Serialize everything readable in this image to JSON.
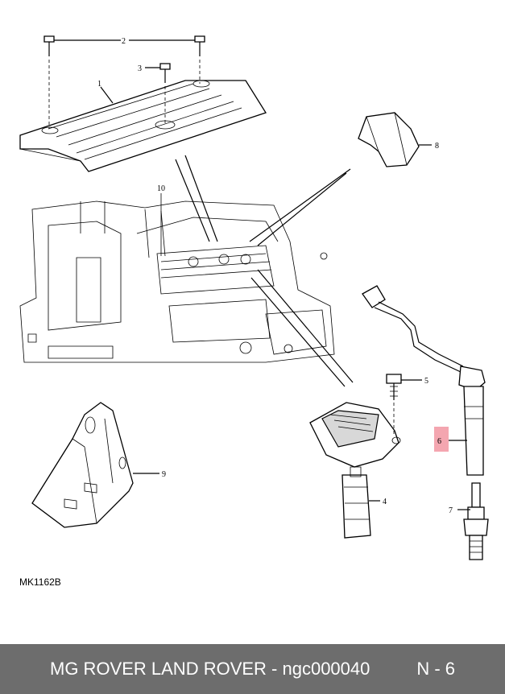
{
  "callouts": {
    "c1": "1",
    "c2": "2",
    "c3": "3",
    "c4": "4",
    "c5": "5",
    "c6": "6",
    "c7": "7",
    "c8": "8",
    "c9": "9",
    "c10": "10"
  },
  "highlight_color": "#f4a6b0",
  "figure_code": "MK1162B",
  "footer": {
    "reference": "MG ROVER LAND ROVER - ngc000040",
    "page": "N - 6",
    "background": "#6d6d6d"
  }
}
